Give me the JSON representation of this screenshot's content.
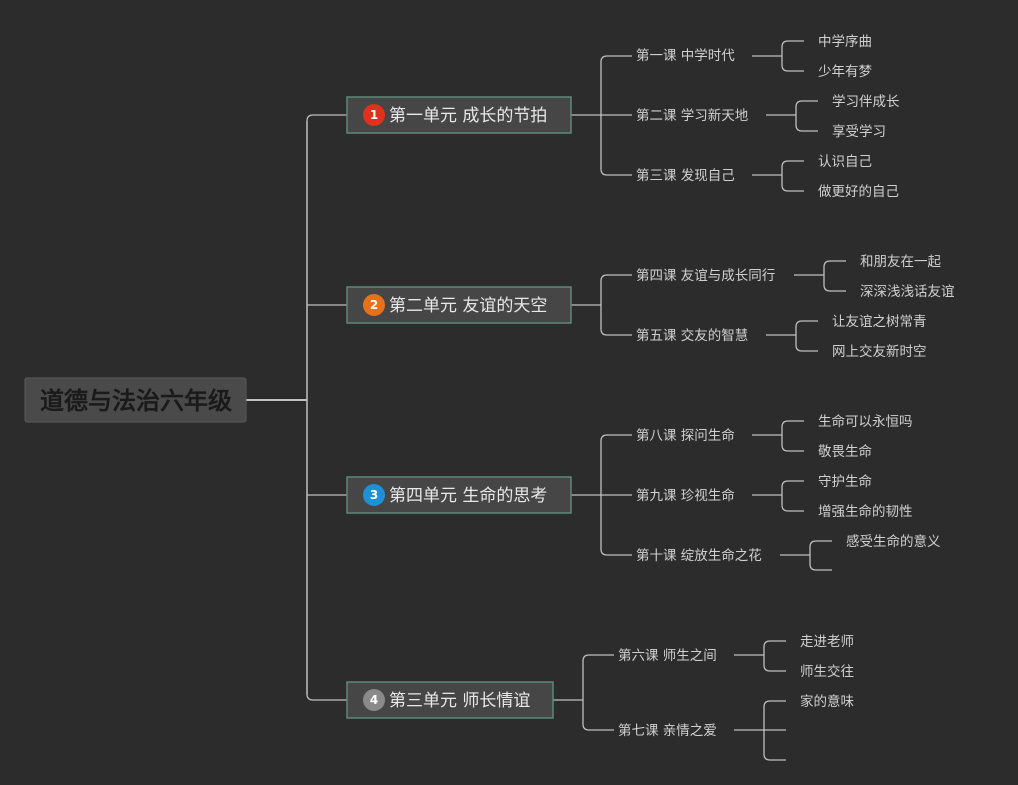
{
  "root": {
    "label": "道德与法治六年级"
  },
  "units": [
    {
      "badge": "1",
      "badge_color": "#e0301e",
      "label": "第一单元 成长的节拍",
      "lessons": [
        {
          "label": "第一课 中学时代",
          "topics": [
            "中学序曲",
            "少年有梦"
          ]
        },
        {
          "label": "第二课 学习新天地",
          "topics": [
            "学习伴成长",
            "享受学习"
          ]
        },
        {
          "label": "第三课 发现自己",
          "topics": [
            "认识自己",
            "做更好的自己"
          ]
        }
      ]
    },
    {
      "badge": "2",
      "badge_color": "#e8701a",
      "label": "第二单元 友谊的天空",
      "lessons": [
        {
          "label": "第四课 友谊与成长同行",
          "topics": [
            "和朋友在一起",
            "深深浅浅话友谊"
          ]
        },
        {
          "label": "第五课 交友的智慧",
          "topics": [
            "让友谊之树常青",
            "网上交友新时空"
          ]
        }
      ]
    },
    {
      "badge": "3",
      "badge_color": "#1e90d8",
      "label": "第四单元 生命的思考",
      "lessons": [
        {
          "label": "第八课 探问生命",
          "topics": [
            "生命可以永恒吗",
            "敬畏生命"
          ]
        },
        {
          "label": "第九课 珍视生命",
          "topics": [
            "守护生命",
            "增强生命的韧性"
          ]
        },
        {
          "label": "第十课 绽放生命之花",
          "topics": [
            "感受生命的意义",
            ""
          ]
        }
      ]
    },
    {
      "badge": "4",
      "badge_color": "#8a8a8a",
      "label": "第三单元 师长情谊",
      "lessons": [
        {
          "label": "第六课 师生之间",
          "topics": [
            "走进老师",
            "师生交往"
          ]
        },
        {
          "label": "第七课 亲情之爱",
          "topics": [
            "家的意味",
            "",
            ""
          ]
        }
      ]
    }
  ]
}
